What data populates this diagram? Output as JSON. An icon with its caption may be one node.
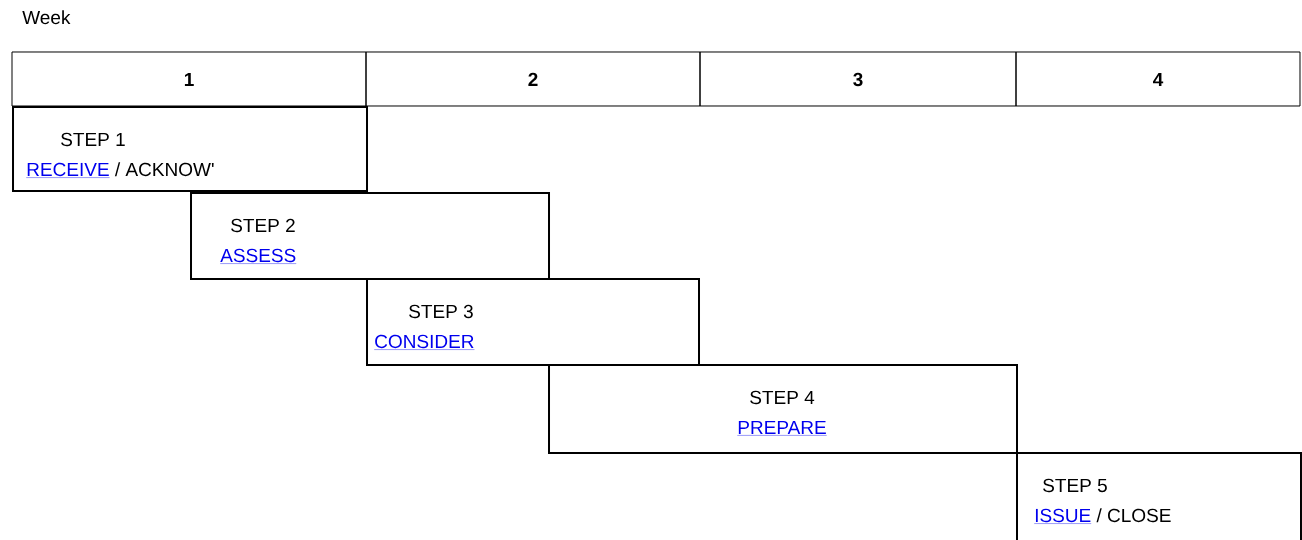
{
  "diagram": {
    "nodes": [
      {
        "text": [
          "STEP 1",
          "RECEIVE",
          "/   ACKNOW'"
        ]
      },
      {
        "text": [
          "STEP 2",
          "ASSESS"
        ]
      },
      {
        "text": [
          "STEP 3",
          "CONSIDER"
        ]
      },
      {
        "text": [
          "STEP 4",
          "PREPARE"
        ]
      },
      {
        "text": [
          "STEP 5",
          "ISSUE",
          "/   CLOSE"
        ]
      }
    ],
    "labels": [
      "Week",
      "1",
      "2",
      "3",
      "4"
    ]
  }
}
